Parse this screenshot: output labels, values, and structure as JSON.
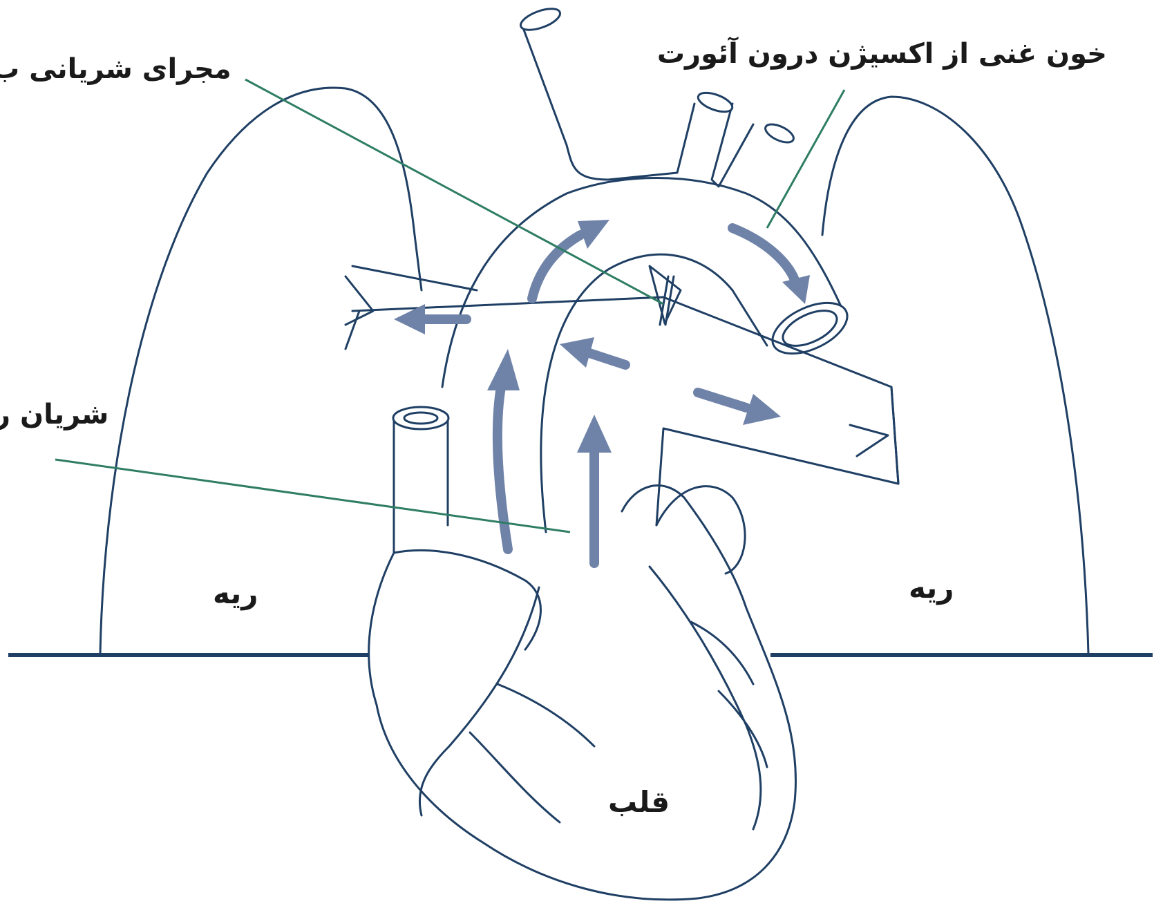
{
  "labels": {
    "aorta": "خون غنی از اکسیژن درون آئورت",
    "ductus": "مجرای شریانی ب",
    "pulmonary_artery": "شریان ر",
    "lung_left": "ریه",
    "lung_right": "ریه",
    "heart": "قلب"
  },
  "colors": {
    "outline": "#1f3f64",
    "arrow": "#6f83a8",
    "leader": "#2e7d64"
  }
}
